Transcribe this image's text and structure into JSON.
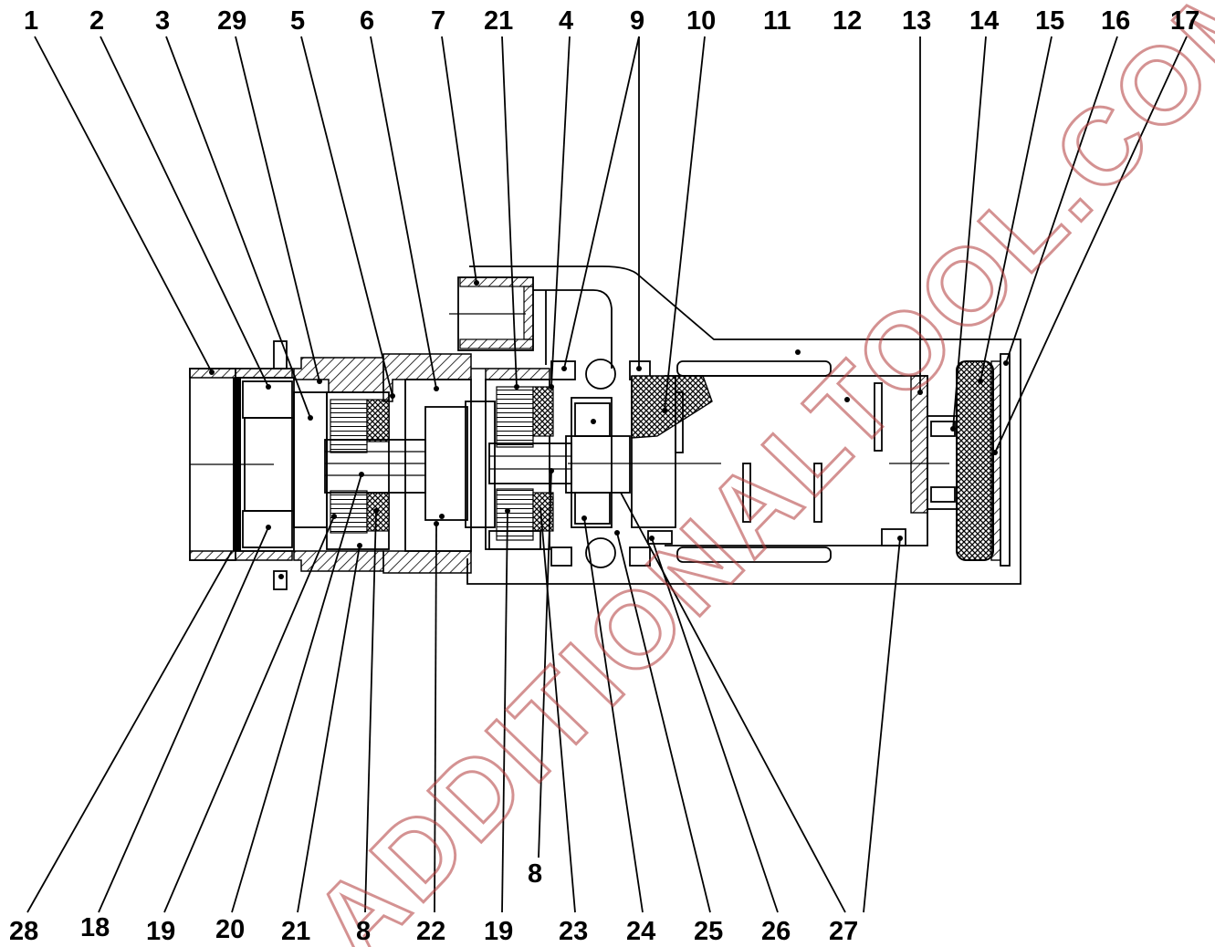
{
  "watermark": "ADDITIONALTOOL.COM",
  "colors": {
    "watermark": "#b23a3a",
    "line": "#000000",
    "background": "#ffffff"
  },
  "top_labels": [
    "1",
    "2",
    "3",
    "29",
    "5",
    "6",
    "7",
    "21",
    "4",
    "9",
    "10",
    "11",
    "12",
    "13",
    "14",
    "15",
    "16",
    "17"
  ],
  "bottom_labels": [
    "28",
    "18",
    "19",
    "20",
    "21",
    "8",
    "22",
    "19",
    "23",
    "24",
    "25",
    "26",
    "27"
  ],
  "extra_label": "8"
}
